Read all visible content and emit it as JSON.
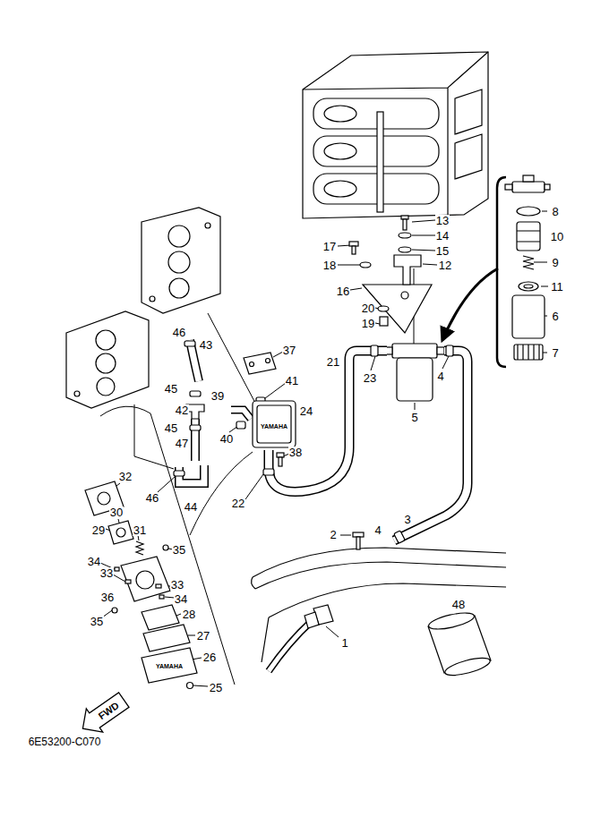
{
  "diagram": {
    "labels": [
      "1",
      "2",
      "3",
      "4",
      "4",
      "5",
      "6",
      "7",
      "8",
      "9",
      "10",
      "11",
      "12",
      "13",
      "14",
      "15",
      "16",
      "17",
      "18",
      "19",
      "20",
      "21",
      "22",
      "23",
      "24",
      "25",
      "26",
      "27",
      "28",
      "29",
      "30",
      "31",
      "32",
      "33",
      "33",
      "34",
      "34",
      "35",
      "35",
      "36",
      "37",
      "38",
      "39",
      "40",
      "41",
      "42",
      "43",
      "44",
      "45",
      "45",
      "46",
      "46",
      "47",
      "48",
      "YAMAHA",
      "YAMAHA",
      "FWD",
      "6E53200-C070"
    ]
  }
}
